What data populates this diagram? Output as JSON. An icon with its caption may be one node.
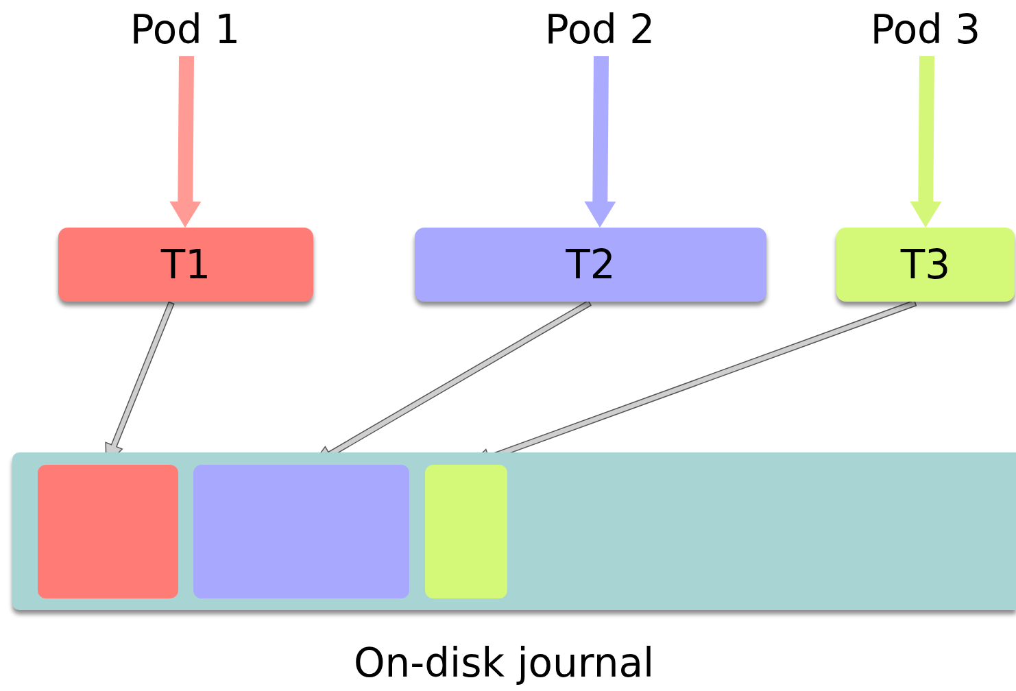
{
  "diagram": {
    "nodes": [
      {
        "text": [
          "Pod 1"
        ]
      },
      {
        "text": [
          "Pod 2"
        ]
      },
      {
        "text": [
          "Pod 3"
        ]
      },
      {
        "text": [
          "T1"
        ]
      },
      {
        "text": [
          "T2"
        ]
      },
      {
        "text": [
          "T3"
        ]
      },
      {
        "text": [
          "On-disk journal"
        ]
      },
      {
        "text": [],
        "shape": "box",
        "in": 6
      },
      {
        "text": [],
        "shape": "box",
        "in": 6
      },
      {
        "text": [],
        "shape": "box",
        "in": 6
      }
    ],
    "edges": [
      {
        "from": 0,
        "to": 3,
        "arrow": "to",
        "style": "thick",
        "color": "#ff9a94"
      },
      {
        "from": 1,
        "to": 4,
        "arrow": "to",
        "style": "thick",
        "color": "#aaaaff"
      },
      {
        "from": 2,
        "to": 5,
        "arrow": "to",
        "style": "thick",
        "color": "#d4f77a"
      },
      {
        "from": 3,
        "to": 7,
        "arrow": "to"
      },
      {
        "from": 4,
        "to": 8,
        "arrow": "to"
      },
      {
        "from": 5,
        "to": 9,
        "arrow": "to"
      }
    ]
  }
}
